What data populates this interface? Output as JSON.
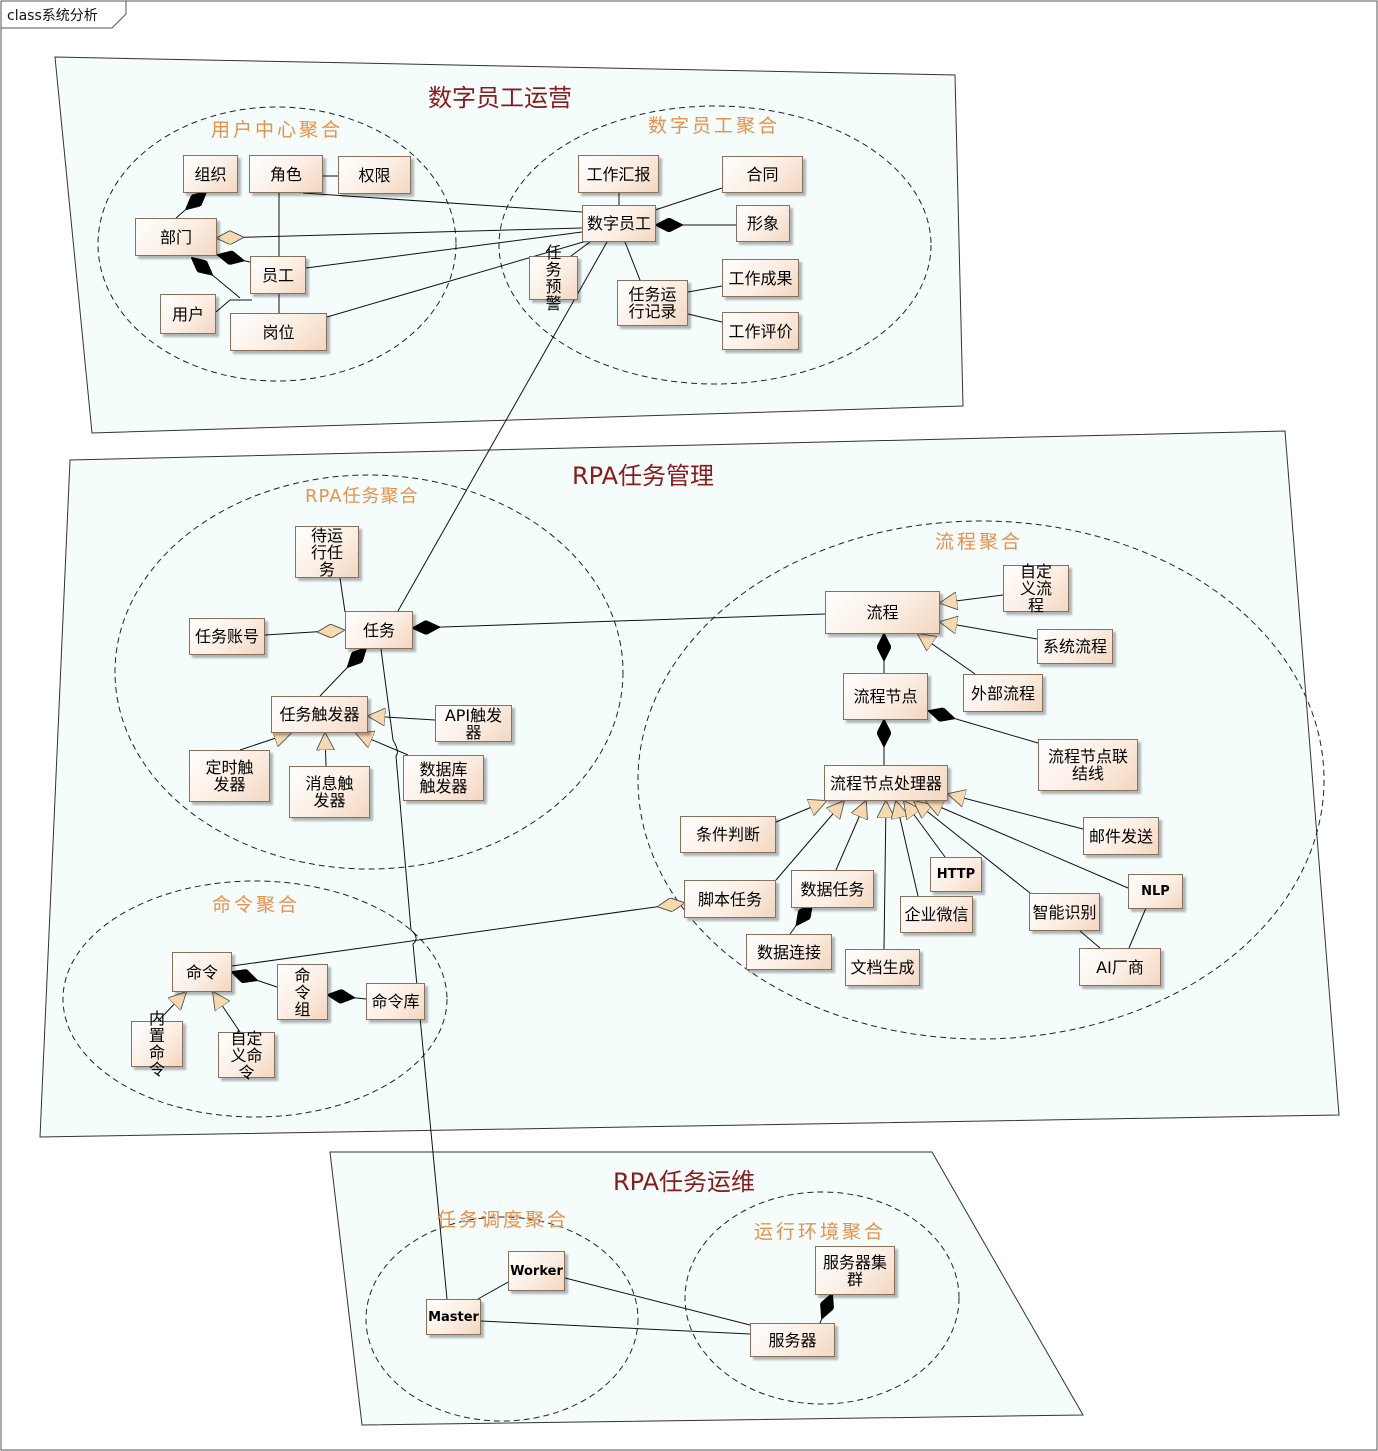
{
  "frame_label": "class系统分析",
  "zones": {
    "digital_ops": "数字员工运营",
    "rpa_task_mgmt": "RPA任务管理",
    "rpa_task_ops": "RPA任务运维"
  },
  "aggregates": {
    "user_center": "用户中心聚合",
    "digital_employee": "数字员工聚合",
    "rpa_task": "RPA任务聚合",
    "process": "流程聚合",
    "command": "命令聚合",
    "scheduling": "任务调度聚合",
    "runtime_env": "运行环境聚合"
  },
  "classes": {
    "org": "组织",
    "role": "角色",
    "permission": "权限",
    "department": "部门",
    "employee": "员工",
    "user": "用户",
    "position": "岗位",
    "work_report": "工作汇报",
    "contract": "合同",
    "digital_employee": "数字员工",
    "image": "形象",
    "task_warning": "任务预警",
    "task_run_record": "任务运行记录",
    "work_result": "工作成果",
    "work_eval": "工作评价",
    "pending_task": "待运行任务",
    "task_account": "任务账号",
    "task": "任务",
    "task_trigger": "任务触发器",
    "api_trigger": "API触发器",
    "timer_trigger": "定时触发器",
    "msg_trigger": "消息触发器",
    "db_trigger": "数据库触发器",
    "process": "流程",
    "custom_process": "自定义流程",
    "system_process": "系统流程",
    "external_process": "外部流程",
    "process_node": "流程节点",
    "node_link": "流程节点联结线",
    "node_handler": "流程节点处理器",
    "condition": "条件判断",
    "mail_send": "邮件发送",
    "script_task": "脚本任务",
    "data_task": "数据任务",
    "http": "HTTP",
    "nlp": "NLP",
    "wecom": "企业微信",
    "smart_recog": "智能识别",
    "data_conn": "数据连接",
    "doc_gen": "文档生成",
    "ai_vendor": "AI厂商",
    "command": "命令",
    "command_group": "命令组",
    "command_lib": "命令库",
    "builtin_cmd": "内置命令",
    "custom_cmd": "自定义命令",
    "worker": "Worker",
    "master": "Master",
    "server_cluster": "服务器集群",
    "server": "服务器"
  },
  "colors": {
    "zone_fill": "#f4fcfc",
    "zone_title": "#8b1a1a",
    "aggregate_title": "#e8914a",
    "class_border": "#8a6f5a"
  }
}
